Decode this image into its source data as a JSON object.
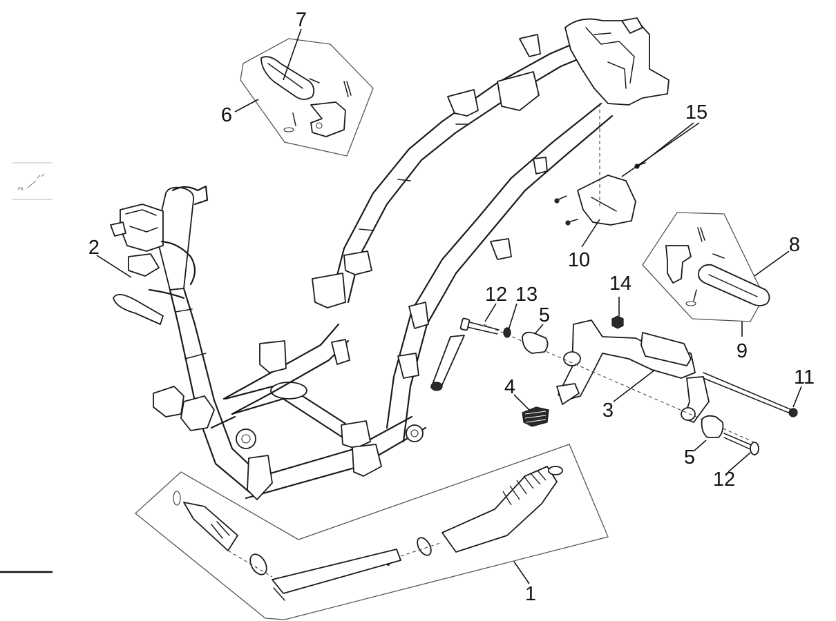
{
  "thumbnail": {
    "label": "FR"
  },
  "callouts": {
    "1": "1",
    "2": "2",
    "3": "3",
    "4": "4",
    "5a": "5",
    "5b": "5",
    "6": "6",
    "7": "7",
    "8": "8",
    "9": "9",
    "10": "10",
    "11": "11",
    "12a": "12",
    "12b": "12",
    "13": "13",
    "14": "14",
    "15": "15"
  },
  "colors": {
    "line": "#1a1a1a",
    "background": "#ffffff"
  }
}
